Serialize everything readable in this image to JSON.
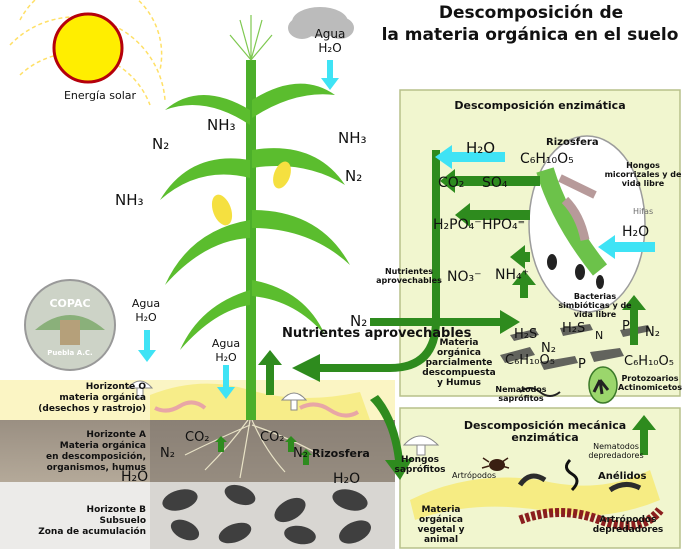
{
  "title": {
    "line1": "Descomposición de",
    "line2": "la materia orgánica en el suelo"
  },
  "sun_label": "Energía solar",
  "rain": {
    "label": "Agua",
    "formula": "H₂O"
  },
  "atmosphere": {
    "n2_left": "N₂",
    "nh3_left_top": "NH₃",
    "nh3_left": "NH₃",
    "nh3_right": "NH₃",
    "n2_right": "N₂"
  },
  "water_arrows": [
    {
      "label": "Agua",
      "formula": "H₂O"
    },
    {
      "label": "Agua",
      "formula": "H₂O"
    }
  ],
  "logo": {
    "name": "COPAC",
    "place": "Puebla A.C."
  },
  "nutrients_label": "Nutrientes aprovechables",
  "horizons": {
    "o": {
      "title": "Horizonte O",
      "line1": "materia orgánica",
      "line2": "(desechos y rastrojo)"
    },
    "a": {
      "title": "Horizonte A",
      "line1": "Materia orgánica",
      "line2": "en descomposición,",
      "line3": "organismos, humus"
    },
    "b": {
      "title": "Horizonte B",
      "line1": "Subsuelo",
      "line2": "Zona de acumulación"
    }
  },
  "soil_labels": {
    "co2_a": "CO₂",
    "co2_b": "CO₂",
    "n2_a": "N₂",
    "n2_b": "N₂",
    "rizosfera": "Rizosfera",
    "h2o_left": "H₂O",
    "h2o_right": "H₂O"
  },
  "enzymatic": {
    "title": "Descomposición enzimática",
    "rizosfera": "Rizosfera",
    "h2o": "H₂O",
    "co2": "CO₂",
    "so4": "SO₄",
    "h2po4": "H₂PO₄⁻",
    "hpo4": "HPO₄⁼",
    "no3": "NO₃⁻",
    "nh4": "NH₄⁺",
    "glucose_top": "C₆H₁₀O₅",
    "fungi": "Hongos micorrizales y de vida libre",
    "hifas": "Hifas",
    "h2o_right": "H₂O",
    "nutrients_small": "Nutrientes aprovechables",
    "n2_in": "N₂",
    "bacteria": "Bacterias simbióticas y de vida libre",
    "matter": "Materia orgánica parcialmente descompuesta y Humus",
    "h2s_a": "H₂S",
    "n2_c": "N₂",
    "h2s_b": "H₂S",
    "n_small": "N",
    "p_a": "P",
    "n2_d": "N₂",
    "c6_a": "C₆H₁₀O₅",
    "p_b": "P",
    "c6_b": "C₆H₁₀O₅",
    "protozoa": "Protozoarios Actinomicetos",
    "nematodes": "Nematodos saprófitos"
  },
  "mechanical": {
    "title": "Descomposición mecánica enzimática",
    "fungi": "Hongos saprófitos",
    "arthropods": "Artrópodos",
    "predator_nematodes": "Nematodos depredadores",
    "annelids": "Anélidos",
    "matter": "Materia orgánica vegetal y animal",
    "predator_arthropods": "Artrópodos depredadores"
  },
  "colors": {
    "arrow_green": "#2e8b1e",
    "arrow_cyan": "#3fe3f5",
    "panel_bg": "#f1f6cf",
    "sun": "#ffee00",
    "plant": "#4caf2a"
  }
}
